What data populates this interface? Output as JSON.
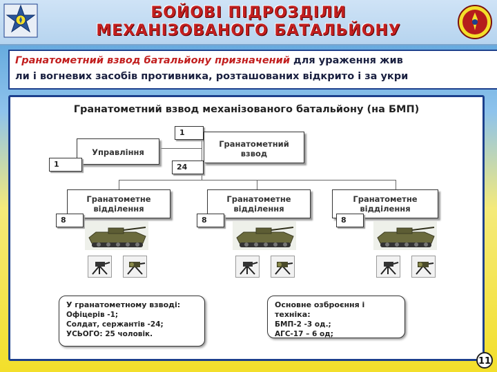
{
  "header": {
    "title_line1": "БОЙОВІ ПІДРОЗДІЛИ",
    "title_line2": "МЕХАНІЗОВАНОГО БАТАЛЬЙОНУ"
  },
  "intro": {
    "emphasis": "Гранатометний взвод батальйону призначений",
    "rest_line1": " для ураження жив",
    "line2": "ли і вогневих засобів противника, розташованих відкрито і за укри"
  },
  "chart": {
    "title": "Гранатометний взвод механізованого батальйону (на БМП)",
    "platoon": {
      "label": "Гранатометний взвод",
      "officers": "1",
      "soldiers": "24"
    },
    "management": {
      "label": "Управління",
      "count": "1"
    },
    "squads": [
      {
        "label": "Гранатометне відділення",
        "count": "8"
      },
      {
        "label": "Гранатометне відділення",
        "count": "8"
      },
      {
        "label": "Гранатометне відділення",
        "count": "8"
      }
    ]
  },
  "personnel": {
    "heading": "У гранатометному взводі:",
    "lines": [
      "Офіцерів -1;",
      "Солдат, сержантів -24;",
      "УСЬОГО: 25 чоловік."
    ]
  },
  "equipment": {
    "heading": "Основне озброєння і техніка:",
    "lines": [
      "БМП-2  -3 од.;",
      "АГС-17 – 6 од;"
    ]
  },
  "page_number": "11",
  "colors": {
    "title_red": "#c21f1f",
    "frame_blue": "#1c3f8c",
    "flag_blue": "#4d9ad6",
    "flag_yellow": "#f3df2a"
  },
  "icons": [
    "border-guard-emblem-icon",
    "army-emblem-icon",
    "bmp-vehicle-icon",
    "ags-grenade-launcher-icon"
  ]
}
